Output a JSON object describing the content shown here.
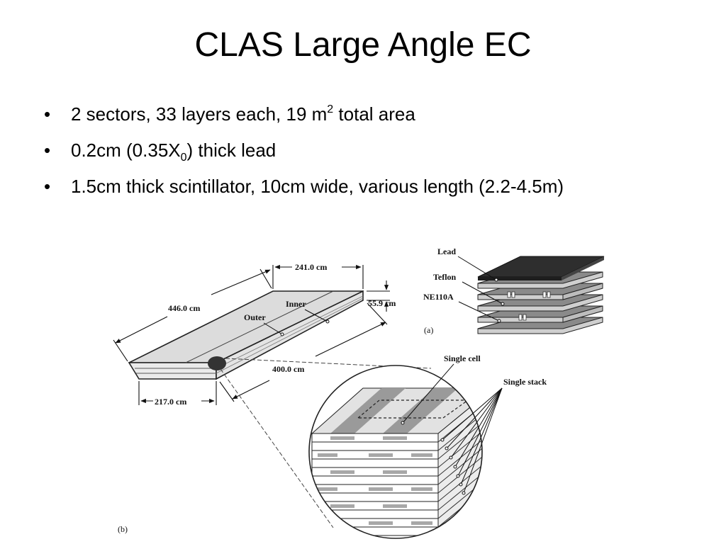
{
  "slide": {
    "title": "CLAS Large Angle EC",
    "bullets": [
      {
        "pre": "2 sectors, 33 layers each, 19 m",
        "sup": "2",
        "post": " total area"
      },
      {
        "pre": "0.2cm (0.35X",
        "sub": "0",
        "post": ") thick lead"
      },
      {
        "pre": "1.5cm thick scintillator, 10cm wide, various length (2.2-4.5m)"
      }
    ]
  },
  "figure": {
    "dim_top": "241.0 cm",
    "dim_long": "446.0 cm",
    "dim_height": "55.9 cm",
    "dim_bottom_long": "400.0 cm",
    "dim_bottom_short": "217.0 cm",
    "label_inner": "Inner",
    "label_outer": "Outer",
    "label_lead": "Lead",
    "label_teflon": "Teflon",
    "label_ne110a": "NE110A",
    "caption_a": "(a)",
    "label_single_cell": "Single cell",
    "label_single_stack": "Single stack",
    "caption_b": "(b)"
  }
}
